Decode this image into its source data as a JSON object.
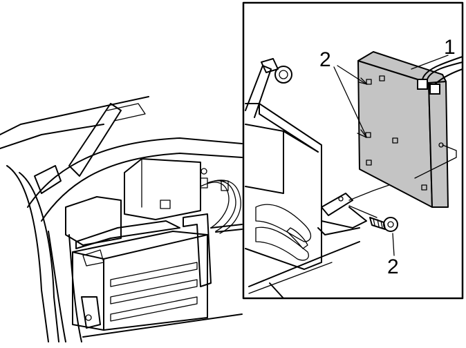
{
  "callouts": {
    "label_1": "1",
    "label_2_top": "2",
    "label_2_bottom": "2"
  },
  "colors": {
    "module_fill": "#c4c4c4",
    "line": "#000000",
    "background": "#ffffff"
  }
}
